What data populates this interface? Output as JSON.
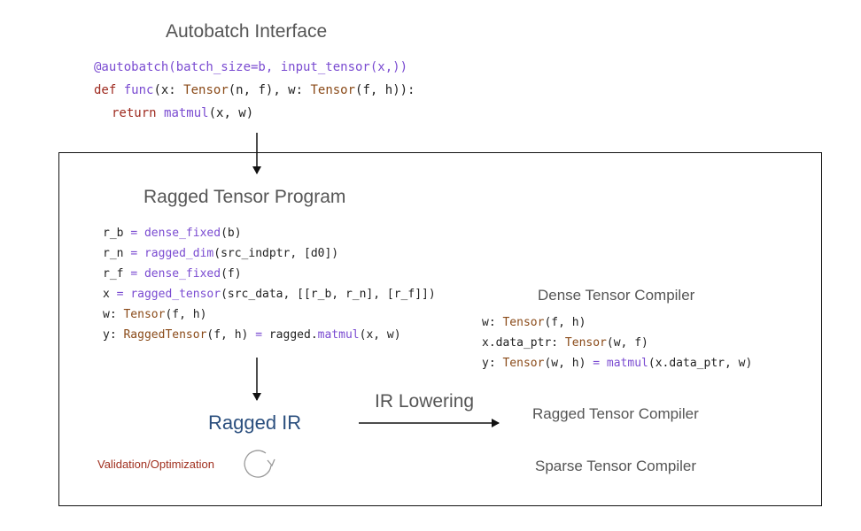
{
  "autobatch": {
    "title": "Autobatch Interface",
    "code": {
      "line1_dec": "@autobatch(batch_size=b, input_tensor(x,))",
      "line2_kw": "def",
      "line2_fn": "func",
      "line2_a": "(x: ",
      "line2_t1": "Tensor",
      "line2_b": "(n, f), w: ",
      "line2_t2": "Tensor",
      "line2_c": "(f, h)):",
      "line3_kw": "return",
      "line3_fn": "matmul",
      "line3_a": "(x, w)"
    }
  },
  "ragged_program": {
    "title": "Ragged Tensor Program",
    "code": {
      "l1_a": "r_b ",
      "l1_op": "=",
      "l1_fn": "dense_fixed",
      "l1_b": "(b)",
      "l2_a": "r_n ",
      "l2_op": "=",
      "l2_fn": "ragged_dim",
      "l2_b": "(src_indptr, [d0])",
      "l3_a": "r_f ",
      "l3_op": "=",
      "l3_fn": "dense_fixed",
      "l3_b": "(f)",
      "l4_a": "x ",
      "l4_op": "=",
      "l4_fn": "ragged_tensor",
      "l4_b": "(src_data, [[r_b, r_n], [r_f]])",
      "l5_a": "w: ",
      "l5_ty": "Tensor",
      "l5_b": "(f, h)",
      "l6_a": "y: ",
      "l6_ty": "RaggedTensor",
      "l6_b": "(f, h) ",
      "l6_op": "=",
      "l6_c": " ragged.",
      "l6_fn": "matmul",
      "l6_d": "(x, w)"
    }
  },
  "dense_compiler": {
    "title": "Dense Tensor Compiler",
    "code": {
      "l1_a": "w: ",
      "l1_ty": "Tensor",
      "l1_b": "(f, h)",
      "l2_a": "x.data_ptr: ",
      "l2_ty": "Tensor",
      "l2_b": "(w, f)",
      "l3_a": "y: ",
      "l3_ty": "Tensor",
      "l3_b": "(w, h) ",
      "l3_op": "=",
      "l3_fn": " matmul",
      "l3_c": "(x.data_ptr, w)"
    }
  },
  "ragged_ir": {
    "label": "Ragged IR",
    "color": "#2b4f7e"
  },
  "validation": {
    "label": "Validation/Optimization",
    "color": "#a0301f"
  },
  "ir_lowering": {
    "label": "IR Lowering"
  },
  "ragged_compiler": {
    "label": "Ragged Tensor Compiler"
  },
  "sparse_compiler": {
    "label": "Sparse Tensor Compiler"
  },
  "colors": {
    "keyword": "#9e2a1f",
    "function": "#7a4bd1",
    "type": "#8a4a18",
    "title": "#555555"
  }
}
